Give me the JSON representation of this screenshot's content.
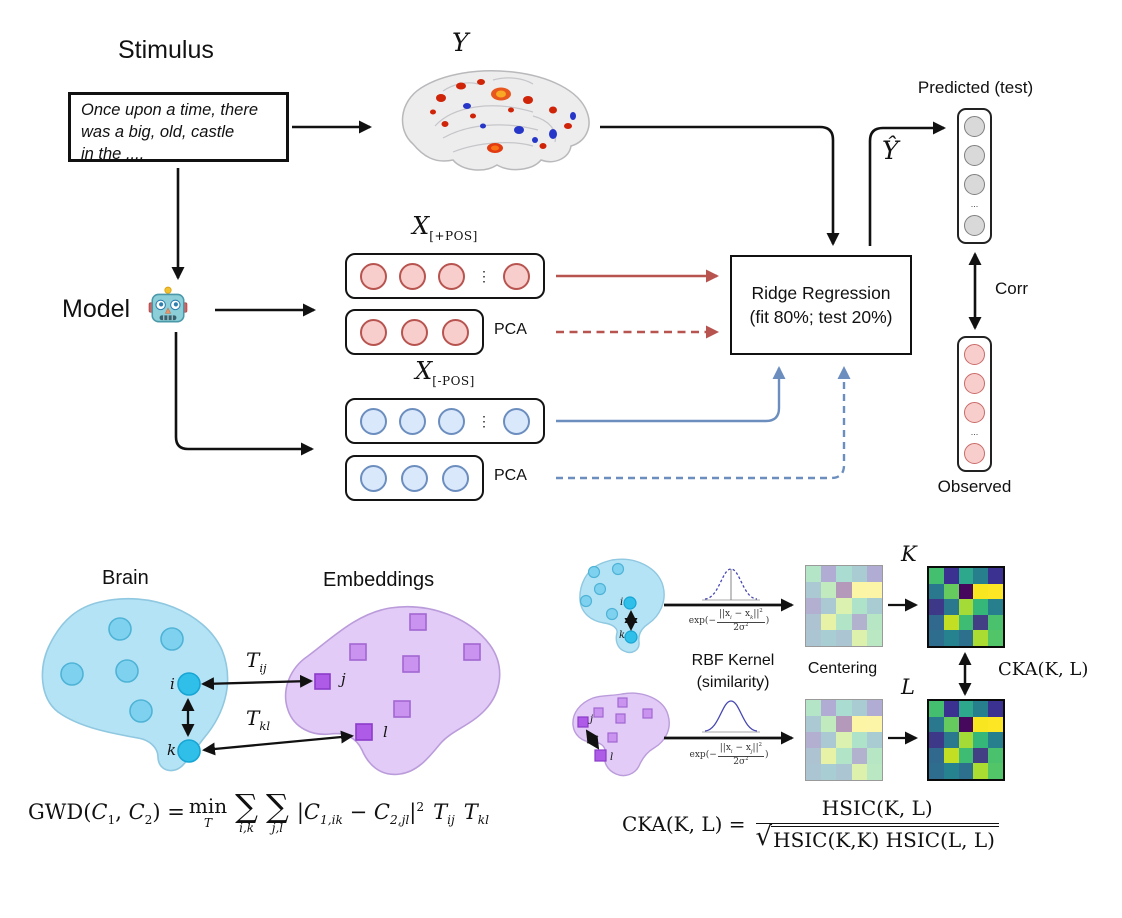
{
  "pipeline": {
    "stimulus_title": "Stimulus",
    "stimulus_line1": "Once upon a time, there",
    "stimulus_line2": "was a big, old, castle",
    "stimulus_line3": "in the ....",
    "y_label": "Y",
    "y_hat_label": "Ŷ",
    "model_label": "Model",
    "x_pos_base": "X",
    "x_pos_sub": "[+POS]",
    "x_neg_base": "X",
    "x_neg_sub": "[-POS]",
    "pca_label": "PCA",
    "vector_ellipsis": "⋮",
    "column_ellipsis": "...",
    "ridge_line1": "Ridge Regression",
    "ridge_line2": "(fit 80%; test 20%)",
    "predicted_label": "Predicted (test)",
    "observed_label": "Observed",
    "corr_label": "Corr"
  },
  "gwd": {
    "brain_label": "Brain",
    "embeddings_label": "Embeddings",
    "t_ij_base": "T",
    "t_ij_sub": "ij",
    "t_kl_base": "T",
    "t_kl_sub": "kl",
    "point_i": "i",
    "point_k": "k",
    "point_j": "j",
    "point_l": "l",
    "formula": {
      "name": "GWD",
      "open": "(",
      "c1_base": "C",
      "c1_sub": "1",
      "comma": ", ",
      "c2_base": "C",
      "c2_sub": "2",
      "close": ") ",
      "eq": "=",
      "min_base": "min",
      "min_sub": "T",
      "sum_glyph": "∑",
      "sum1_sub": "i,k",
      "sum2_sub": "j,l",
      "abs_open": "|",
      "c1ik_base": "C",
      "c1ik_sub": "1,ik",
      "minus": "−",
      "c2jl_base": "C",
      "c2jl_sub": "2,jl",
      "abs_close": "|",
      "power": "2",
      "t1_base": "T",
      "t1_sub": "ij",
      "t2_base": "T",
      "t2_sub": "kl"
    }
  },
  "cka": {
    "rbf_line1": "RBF Kernel",
    "rbf_line2": "(similarity)",
    "centering_label": "Centering",
    "k_label": "K",
    "l_label": "L",
    "arrow_label": "CKA(K, L)",
    "point_i": "i",
    "point_k": "k",
    "point_j": "j",
    "point_l": "l",
    "exp_top": {
      "fn": "exp",
      "open": "(",
      "minus": "−",
      "num_p1": "||x",
      "num_s1": "i",
      "num_p2": " − x",
      "num_s2": "k",
      "num_p3": "||",
      "num_pow": "2",
      "den": "2σ",
      "den_pow": "2",
      "close": ")"
    },
    "exp_bottom": {
      "fn": "exp",
      "open": "(",
      "minus": "−",
      "num_p1": "||x",
      "num_s1": "i",
      "num_p2": " − x",
      "num_s2": "j",
      "num_p3": "||",
      "num_pow": "2",
      "den": "2σ",
      "den_pow": "2",
      "close": ")"
    },
    "formula": {
      "lhs": "CKA(K, L) =",
      "numerator": "HSIC(K, L)",
      "sqrt_glyph": "√",
      "denominator": "HSIC(K,K) HSIC(L, L)"
    },
    "matrix_kernel": [
      [
        "#B4E5C6",
        "#B1ACD3",
        "#ABDCD1",
        "#A9CCD2",
        "#B1ACD3"
      ],
      [
        "#AAC9D2",
        "#C1EABF",
        "#B499BB",
        "#FCF5A6",
        "#FCF5A8"
      ],
      [
        "#B2AFD0",
        "#AAC9D2",
        "#DBF1AF",
        "#AEE2C9",
        "#A9CCD2"
      ],
      [
        "#ADC3D2",
        "#E7F2A7",
        "#B2E4C7",
        "#B3B2CE",
        "#B7E6C5"
      ],
      [
        "#ABC5D2",
        "#A8CDD2",
        "#ABC6D2",
        "#DDF1AD",
        "#BAE8C3"
      ]
    ],
    "matrix_centered": [
      [
        "#44bf70",
        "#3b3191",
        "#2ea88c",
        "#277f8e",
        "#3b3191"
      ],
      [
        "#2a788e",
        "#65cb5e",
        "#46085c",
        "#f8e621",
        "#fde725"
      ],
      [
        "#3e3889",
        "#2a788e",
        "#a5db36",
        "#35b779",
        "#277f8e"
      ],
      [
        "#31688e",
        "#c2df23",
        "#3fbc73",
        "#423f85",
        "#4ac16d"
      ],
      [
        "#2e6d8e",
        "#26828e",
        "#2d708e",
        "#aadc32",
        "#52c569"
      ]
    ]
  },
  "colors": {
    "pos_fill": "#f8cecc",
    "pos_stroke": "#b85450",
    "neg_fill": "#dae8fc",
    "neg_stroke": "#6c8ebf",
    "pred_fill": "#d9d9d9",
    "pred_stroke": "#7f7f7f",
    "brain_blob_fill": "#b5e3f6",
    "embed_blob_fill": "#e2cbf7",
    "arrow_black": "#111111"
  }
}
